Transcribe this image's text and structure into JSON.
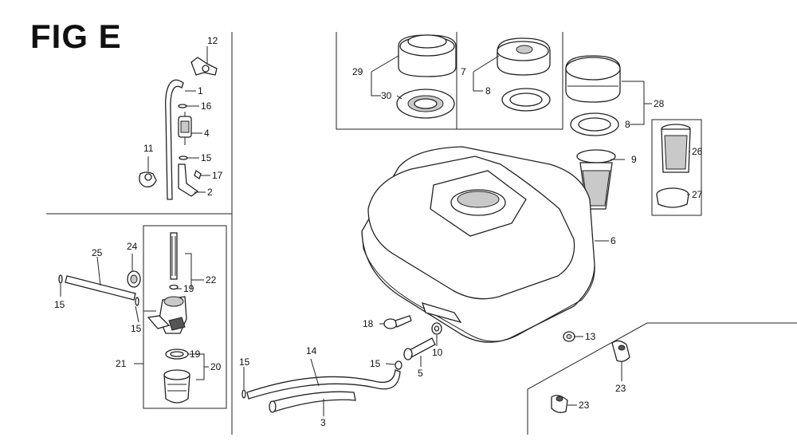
{
  "figure": {
    "title": "FIG E"
  },
  "callouts": [
    {
      "id": "1",
      "label": "1"
    },
    {
      "id": "2",
      "label": "2"
    },
    {
      "id": "3",
      "label": "3"
    },
    {
      "id": "4",
      "label": "4"
    },
    {
      "id": "5",
      "label": "5"
    },
    {
      "id": "6",
      "label": "6"
    },
    {
      "id": "7",
      "label": "7"
    },
    {
      "id": "8a",
      "label": "8"
    },
    {
      "id": "8b",
      "label": "8"
    },
    {
      "id": "9",
      "label": "9"
    },
    {
      "id": "10",
      "label": "10"
    },
    {
      "id": "11",
      "label": "11"
    },
    {
      "id": "12",
      "label": "12"
    },
    {
      "id": "13",
      "label": "13"
    },
    {
      "id": "14",
      "label": "14"
    },
    {
      "id": "15a",
      "label": "15"
    },
    {
      "id": "15b",
      "label": "15"
    },
    {
      "id": "15c",
      "label": "15"
    },
    {
      "id": "15d",
      "label": "15"
    },
    {
      "id": "15e",
      "label": "15"
    },
    {
      "id": "16",
      "label": "16"
    },
    {
      "id": "17",
      "label": "17"
    },
    {
      "id": "18",
      "label": "18"
    },
    {
      "id": "19a",
      "label": "19"
    },
    {
      "id": "19b",
      "label": "19"
    },
    {
      "id": "20",
      "label": "20"
    },
    {
      "id": "21",
      "label": "21"
    },
    {
      "id": "22",
      "label": "22"
    },
    {
      "id": "23a",
      "label": "23"
    },
    {
      "id": "23b",
      "label": "23"
    },
    {
      "id": "24",
      "label": "24"
    },
    {
      "id": "25",
      "label": "25"
    },
    {
      "id": "26",
      "label": "26"
    },
    {
      "id": "27",
      "label": "27"
    },
    {
      "id": "28",
      "label": "28"
    },
    {
      "id": "29",
      "label": "29"
    },
    {
      "id": "30",
      "label": "30"
    }
  ]
}
